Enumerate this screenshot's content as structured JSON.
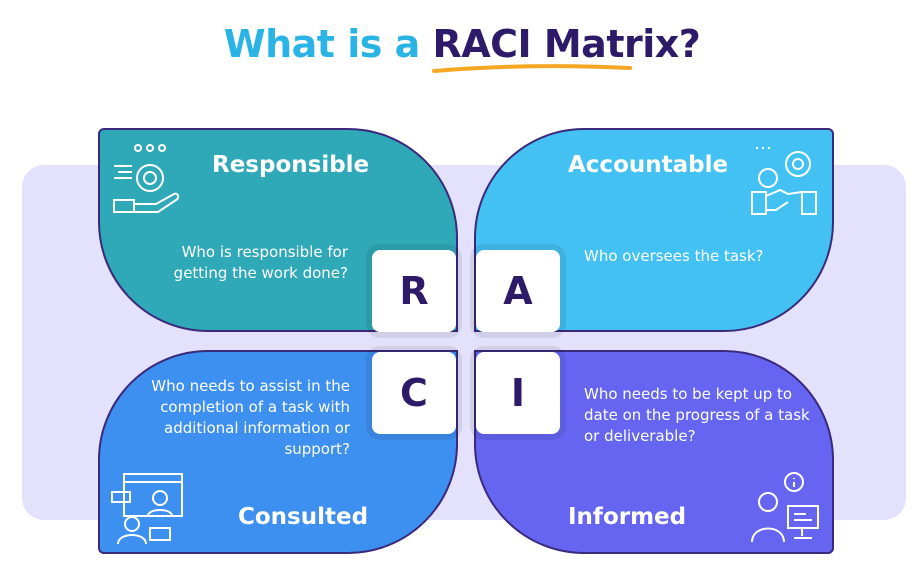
{
  "title": {
    "part1": "What is a ",
    "part2": "RACI Matrix?"
  },
  "colors": {
    "responsible": "#2fa8b8",
    "accountable": "#43c1f2",
    "consulted": "#3d8ff0",
    "informed": "#6565f2",
    "letters": "#2d1b69",
    "underline": "#f5a623",
    "panel": "#e3e1fb"
  },
  "quadrants": [
    {
      "heading": "Responsible",
      "letter": "R",
      "description": "Who is responsible for getting the work done?",
      "icon": "gear-hand-icon"
    },
    {
      "heading": "Accountable",
      "letter": "A",
      "description": "Who oversees the task?",
      "icon": "gears-handshake-icon"
    },
    {
      "heading": "Consulted",
      "letter": "C",
      "description": "Who needs to assist in the completion of a task with additional information or support?",
      "icon": "video-call-icon"
    },
    {
      "heading": "Informed",
      "letter": "I",
      "description": "Who needs to be kept up to date on the progress of a task or deliverable?",
      "icon": "person-info-icon"
    }
  ]
}
